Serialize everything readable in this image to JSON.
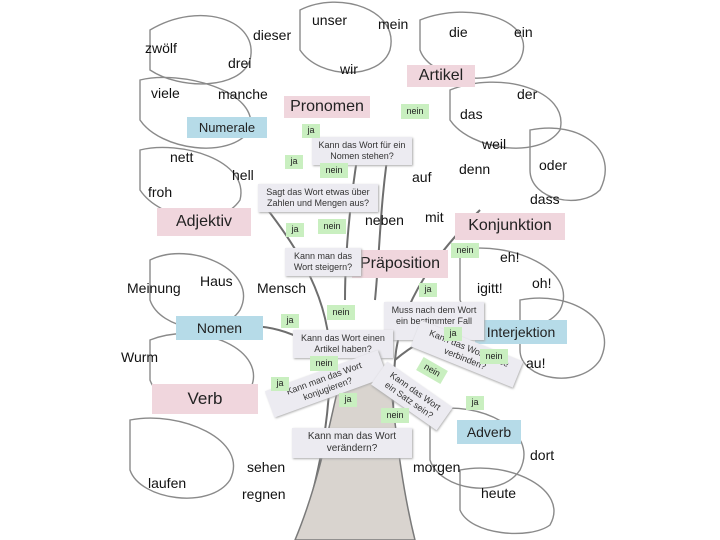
{
  "words": {
    "unser": "unser",
    "mein": "mein",
    "dieser": "dieser",
    "die": "die",
    "ein": "ein",
    "zwoelf": "zwölf",
    "drei": "drei",
    "wir": "wir",
    "viele": "viele",
    "manche": "manche",
    "der": "der",
    "das": "das",
    "weil": "weil",
    "oder": "oder",
    "nett": "nett",
    "hell": "hell",
    "denn": "denn",
    "auf": "auf",
    "dass": "dass",
    "froh": "froh",
    "neben": "neben",
    "mit": "mit",
    "eh": "eh!",
    "oh": "oh!",
    "igitt": "igitt!",
    "haus": "Haus",
    "mensch": "Mensch",
    "meinung": "Meinung",
    "wurm": "Wurm",
    "au": "au!",
    "sehen": "sehen",
    "morgen": "morgen",
    "dort": "dort",
    "laufen": "laufen",
    "regnen": "regnen",
    "heute": "heute"
  },
  "categories": {
    "artikel": "Artikel",
    "pronomen": "Pronomen",
    "numerale": "Numerale",
    "adjektiv": "Adjektiv",
    "konjunktion": "Konjunktion",
    "praeposition": "Präposition",
    "nomen": "Nomen",
    "interjektion": "Interjektion",
    "verb": "Verb",
    "adverb": "Adverb"
  },
  "questions": {
    "q1": "Kann das Wort für ein Nomen stehen?",
    "q2": "Sagt das Wort etwas über Zahlen und Mengen aus?",
    "q3": "Kann man das Wort steigern?",
    "q4": "Muss nach dem Wort ein bestimmter Fall stehen?",
    "q5": "Kann das Wort einen Artikel haben?",
    "q6": "Kann man das Wort konjugieren?",
    "q7": "Kann das Wort Sätze verbinden?",
    "q8": "Kann das Wort ein Satz sein?",
    "q9": "Kann man das Wort verändern?"
  },
  "answers": {
    "ja": "ja",
    "nein": "nein"
  },
  "colors": {
    "green": "#c9efc0",
    "pink": "#f0d6dd",
    "blue": "#b6dbe8",
    "grey": "#ecebf1"
  }
}
